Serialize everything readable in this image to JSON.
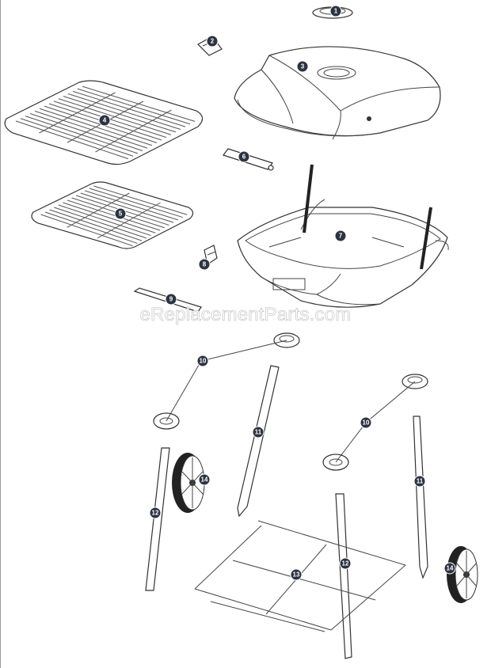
{
  "watermark": "eReplacementParts.com",
  "callouts": [
    {
      "label": "1"
    },
    {
      "label": "2"
    },
    {
      "label": "3"
    },
    {
      "label": "4"
    },
    {
      "label": "5"
    },
    {
      "label": "6"
    },
    {
      "label": "7"
    },
    {
      "label": "8"
    },
    {
      "label": "9"
    },
    {
      "label": "10"
    },
    {
      "label": "10"
    },
    {
      "label": "11"
    },
    {
      "label": "11"
    },
    {
      "label": "12"
    },
    {
      "label": "12"
    },
    {
      "label": "13"
    },
    {
      "label": "14"
    },
    {
      "label": "14"
    }
  ]
}
